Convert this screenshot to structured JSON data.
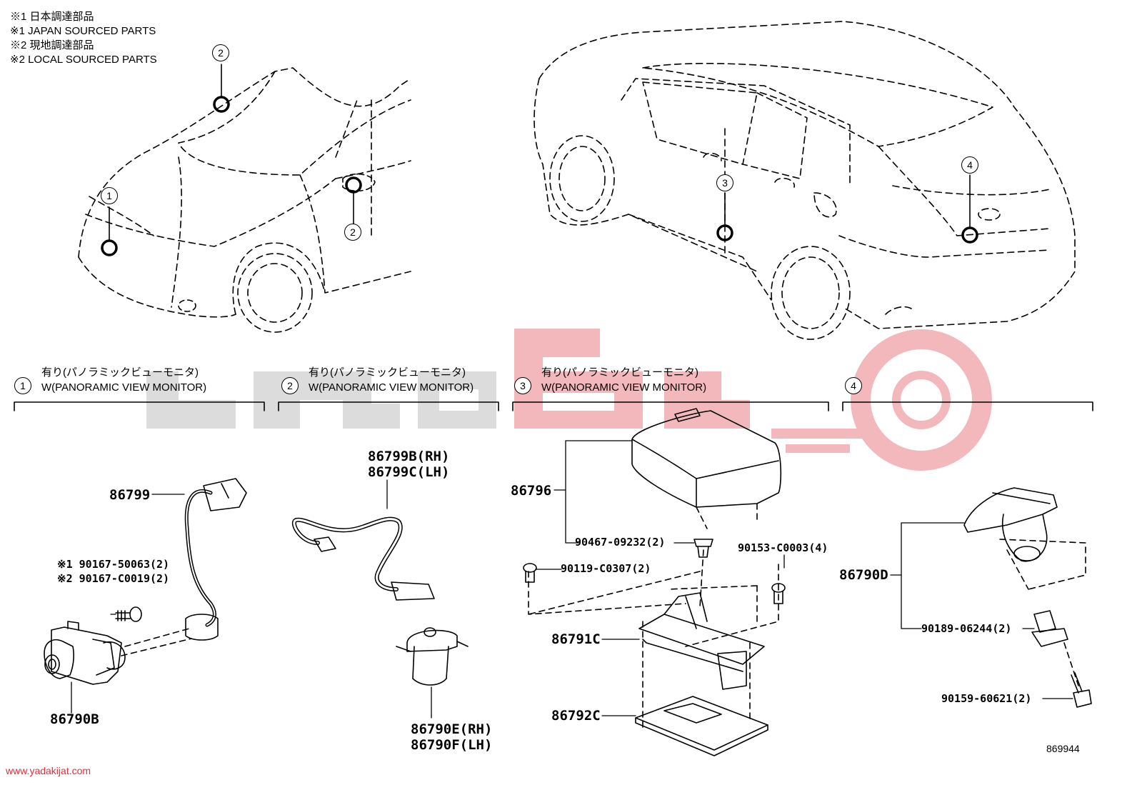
{
  "notes": [
    "※1 日本調達部品",
    "※1 JAPAN SOURCED PARTS",
    "※2 現地調達部品",
    "※2 LOCAL SOURCED PARTS"
  ],
  "markers": {
    "front": [
      "1",
      "2",
      "2"
    ],
    "rear": [
      "3",
      "4"
    ]
  },
  "sections": [
    {
      "num": "1",
      "jp": "有り(パノラミックビューモニタ)",
      "en": "W(PANORAMIC VIEW MONITOR)"
    },
    {
      "num": "2",
      "jp": "有り(パノラミックビューモニタ)",
      "en": "W(PANORAMIC VIEW MONITOR)"
    },
    {
      "num": "3",
      "jp": "有り(パノラミックビューモニタ)",
      "en": "W(PANORAMIC VIEW MONITOR)"
    },
    {
      "num": "4",
      "jp": "",
      "en": ""
    }
  ],
  "parts": {
    "p86799": "86799",
    "bolt1": "※1 90167-50063(2)",
    "bolt2": "※2 90167-C0019(2)",
    "p86790B": "86790B",
    "p86799B": "86799B(RH)",
    "p86799C": "86799C(LH)",
    "p86790E": "86790E(RH)",
    "p86790F": "86790F(LH)",
    "p86796": "86796",
    "p90467": "90467-09232(2)",
    "p90119": "90119-C0307(2)",
    "p90153": "90153-C0003(4)",
    "p86791C": "86791C",
    "p86792C": "86792C",
    "p86790D": "86790D",
    "p90189": "90189-06244(2)",
    "p90159": "90159-60621(2)"
  },
  "diagram_id": "869944",
  "watermark_url": "www.yadakijat.com",
  "colors": {
    "watermark_gray": "#d9d9d9",
    "watermark_red": "#f2b8bc",
    "link_red": "#e0303a"
  }
}
